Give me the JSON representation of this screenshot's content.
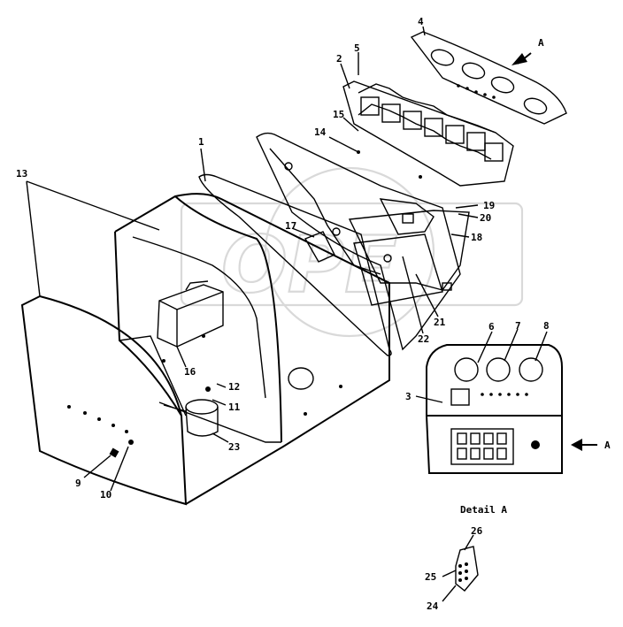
{
  "diagram": {
    "detail_title": "Detail A",
    "view_arrow_label": "A",
    "view_label_top": "A",
    "watermark": "OPE",
    "callouts": [
      "1",
      "2",
      "3",
      "4",
      "5",
      "6",
      "7",
      "8",
      "9",
      "10",
      "11",
      "12",
      "13",
      "14",
      "15",
      "16",
      "17",
      "18",
      "19",
      "20",
      "21",
      "22",
      "23",
      "24",
      "25",
      "26"
    ]
  }
}
